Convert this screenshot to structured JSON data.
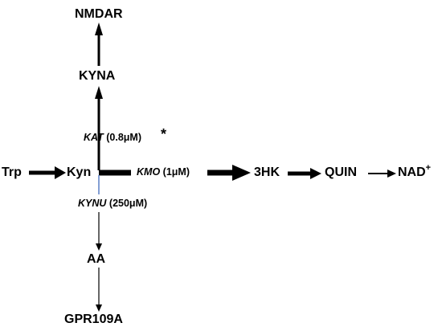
{
  "nodes": {
    "nmdar": "NMDAR",
    "kyna": "KYNA",
    "trp": "Trp",
    "kyn": "Kyn",
    "hk3": "3HK",
    "quin": "QUIN",
    "nad": "NAD",
    "nad_sup": "+",
    "aa": "AA",
    "gpr": "GPR109A"
  },
  "enzymes": {
    "kat": {
      "name": "KAT",
      "km": "(0.8μM)",
      "mark": "*"
    },
    "kmo": {
      "name": "KMO",
      "km": "(1μM)"
    },
    "kynu": {
      "name": "KYNU",
      "km": "(250μM)"
    }
  },
  "colors": {
    "ink": "#000000",
    "kynu_line": "#5b7fc6"
  }
}
